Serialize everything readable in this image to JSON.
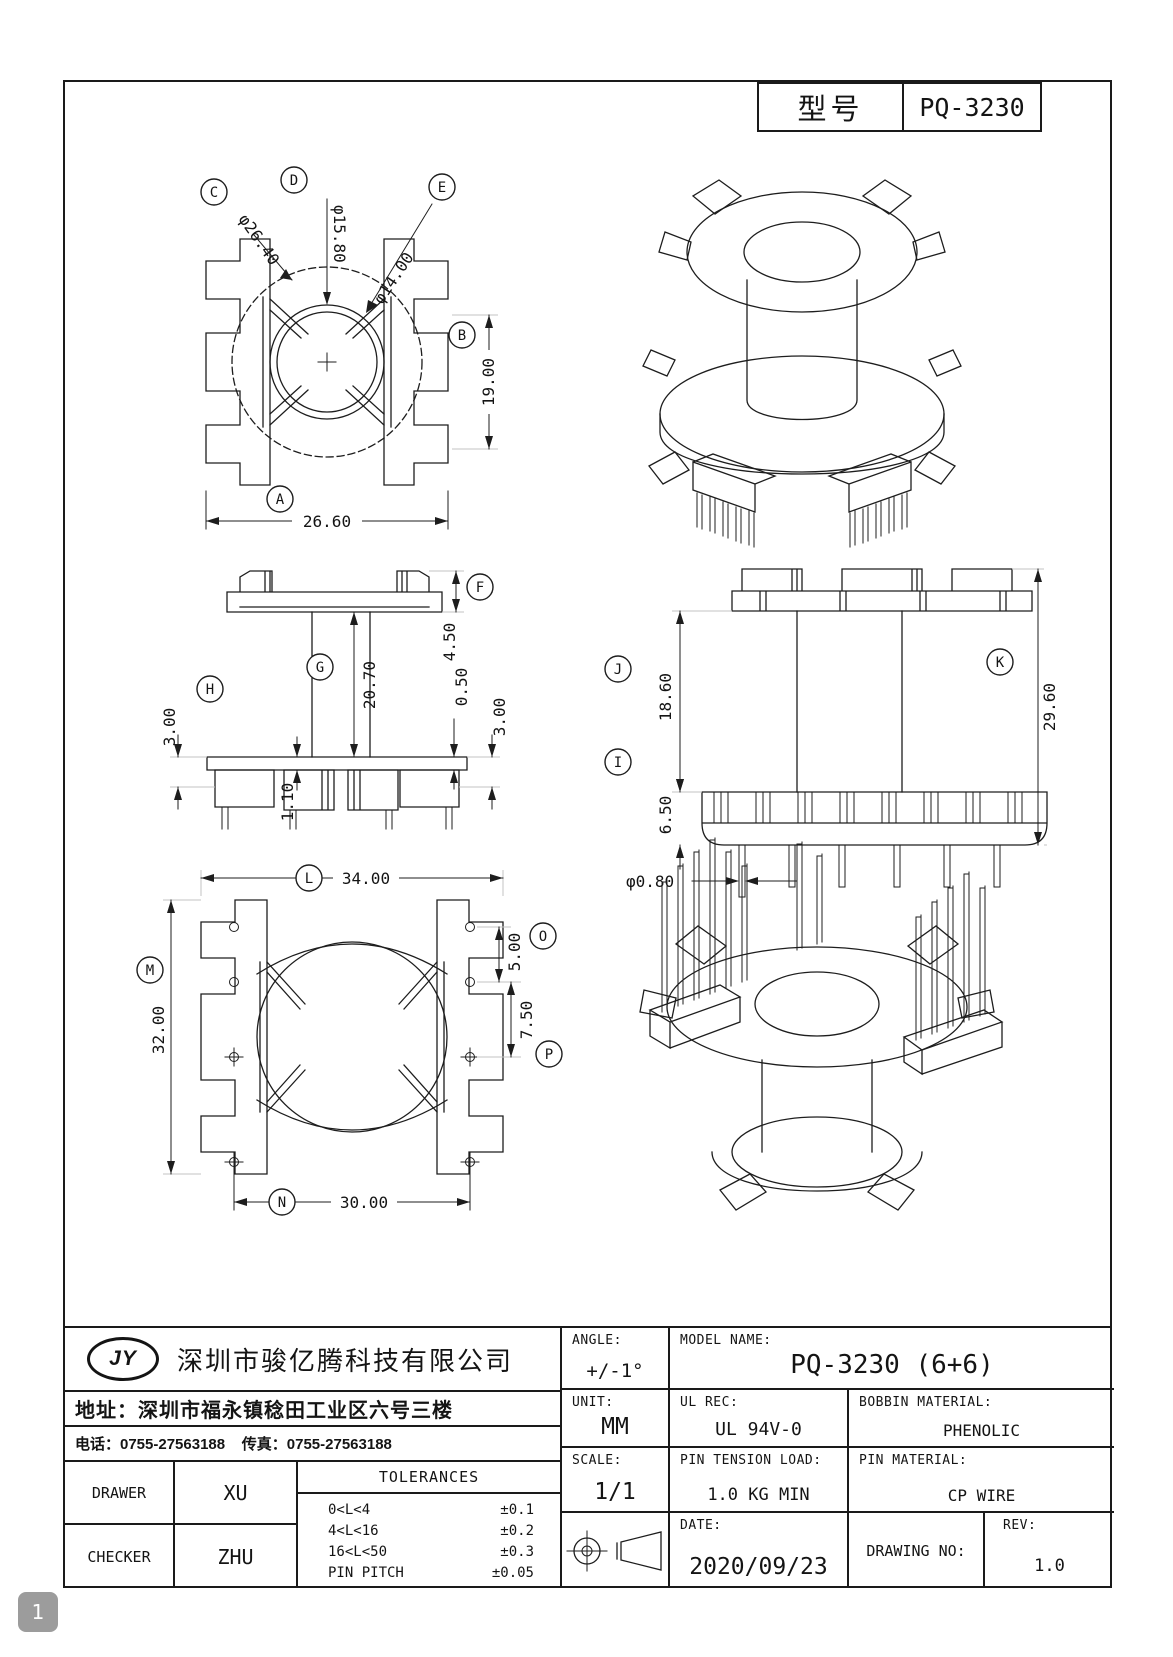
{
  "page_number": "1",
  "title_block": {
    "label": "型号",
    "model": "PQ-3230"
  },
  "views": {
    "front": {
      "bubbles": {
        "a": "A",
        "b": "B",
        "c": "C",
        "d": "D",
        "e": "E"
      },
      "dims": {
        "width": "26.60",
        "height": "19.00",
        "outer_dia": "φ26.40",
        "mid_dia": "φ15.80",
        "inner_dia": "φ14.00"
      }
    },
    "side": {
      "bubbles": {
        "f": "F",
        "g": "G",
        "h": "H"
      },
      "dims": {
        "flange": "4.50",
        "window": "20.70",
        "left_step": "3.00",
        "web": "1.10",
        "step": "0.50",
        "right_step": "3.00"
      }
    },
    "side2": {
      "bubbles": {
        "i": "I",
        "j": "J",
        "k": "K"
      },
      "dims": {
        "window": "18.60",
        "base": "6.50",
        "total": "29.60",
        "pin_dia": "φ0.80"
      }
    },
    "bottom": {
      "bubbles": {
        "l": "L",
        "m": "M",
        "n": "N",
        "o": "O",
        "p": "P"
      },
      "dims": {
        "width": "34.00",
        "height": "32.00",
        "pin_span": "30.00",
        "pitch_a": "5.00",
        "pitch_b": "7.50"
      }
    }
  },
  "footer": {
    "logo": "JY",
    "company": "深圳市骏亿腾科技有限公司",
    "address": "地址：深圳市福永镇稔田工业区六号三楼",
    "phone": "电话：0755-27563188    传真：0755-27563188",
    "drawer_label": "DRAWER",
    "drawer": "XU",
    "checker_label": "CHECKER",
    "checker": "ZHU",
    "tolerances_title": "TOLERANCES",
    "tolerances": [
      {
        "range": "0<L<4",
        "tol": "±0.1"
      },
      {
        "range": "4<L<16",
        "tol": "±0.2"
      },
      {
        "range": "16<L<50",
        "tol": "±0.3"
      },
      {
        "range": "PIN PITCH",
        "tol": "±0.05"
      }
    ],
    "angle_label": "ANGLE:",
    "angle": "+/-1°",
    "unit_label": "UNIT:",
    "unit": "MM",
    "scale_label": "SCALE:",
    "scale": "1/1",
    "model_name_label": "MODEL NAME:",
    "model_name": "PQ-3230 (6+6)",
    "ul_label": "UL REC:",
    "ul": "UL 94V-0",
    "tension_label": "PIN TENSION LOAD:",
    "tension": "1.0 KG MIN",
    "bobbin_label": "BOBBIN MATERIAL:",
    "bobbin": "PHENOLIC",
    "pin_material_label": "PIN MATERIAL:",
    "pin_material": "CP WIRE",
    "date_label": "DATE:",
    "date": "2020/09/23",
    "drawing_no_label": "DRAWING NO:",
    "rev_label": "REV:",
    "rev": "1.0"
  }
}
